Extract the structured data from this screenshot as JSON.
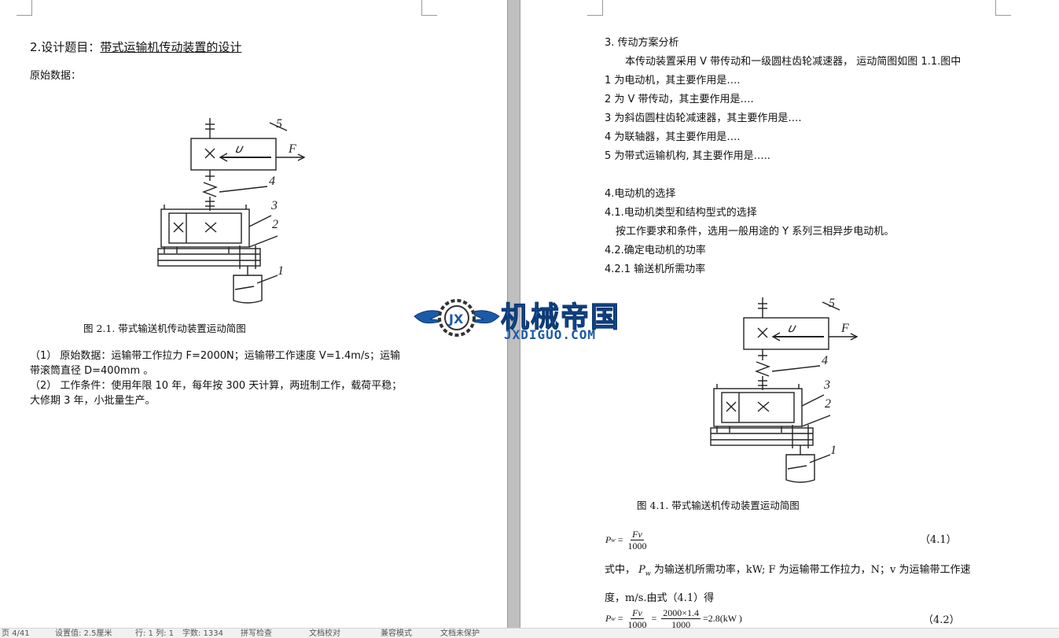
{
  "left_page": {
    "heading_prefix": "2.设计题目：",
    "heading_title": "带式运输机传动装置的设计",
    "raw_data_label": "原始数据：",
    "figure_caption": "图 2.1.  带式输送机传动装置运动简图",
    "item1_line1": "（1）  原始数据：运输带工作拉力 F=2000N；运输带工作速度 V=1.4m/s；运输",
    "item1_line2": "带滚筒直径 D=400mm 。",
    "item2_line1": "（2）  工作条件：使用年限 10 年，每年按 300 天计算，两班制工作，载荷平稳；",
    "item2_line2": "大修期 3 年，小批量生产。"
  },
  "right_page": {
    "section3_title": "3.  传动方案分析",
    "section3_para_line1": "本传动装置采用 V 带传动和一级圆柱齿轮减速器，  运动简图如图 1.1.图中",
    "list": [
      "1 为电动机，其主要作用是….",
      "2 为 V 带传动，其主要作用是….",
      "3 为斜齿圆柱齿轮减速器，其主要作用是….",
      "4 为联轴器，其主要作用是….",
      "5 为带式运输机构, 其主要作用是….."
    ],
    "section4_title": "4.电动机的选择",
    "section41_title": "4.1.电动机类型和结构型式的选择",
    "section41_text": "按工作要求和条件，选用一般用途的 Y 系列三相异步电动机。",
    "section42_title": "4.2.确定电动机的功率",
    "section421_title": "4.2.1  输送机所需功率",
    "figure_caption": "图 4.1.  带式输送机传动装置运动简图",
    "formula1": {
      "lhs_symbol": "P",
      "lhs_sub": "w",
      "num": "Fv",
      "den": "1000",
      "eq_no": "（4.1）"
    },
    "explain_line1": "式中，",
    "explain_line1b": "为输送机所需功率，kW; F 为运输带工作拉力，N；v 为运输带工作速",
    "explain_line2": "度，m/s.由式（4.1）得",
    "formula2": {
      "lhs_symbol": "P",
      "lhs_sub": "w",
      "num": "Fv",
      "den": "1000",
      "num2": "2000×1.4",
      "den2": "1000",
      "result": "=2.8(kW )",
      "eq_no": "（4.2）"
    }
  },
  "diagram_labels": {
    "l1": "1",
    "l2": "2",
    "l3": "3",
    "l4": "4",
    "l5": "5",
    "v": "𝜐",
    "f": "F"
  },
  "watermark": {
    "main": "机械帝国",
    "sub": "JXDIGUO.COM",
    "color": "#1b5aa8"
  },
  "statusbar": {
    "pages": "页 4/41",
    "setting": "设置值: 2.5厘米",
    "pos": "行: 1  列: 1",
    "words": "字数: 1334",
    "spell": "拼写检查",
    "proof": "文档校对",
    "compat": "兼容模式",
    "backup": "文档未保护"
  }
}
